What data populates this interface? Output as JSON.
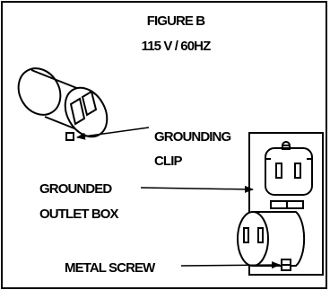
{
  "figure": {
    "title": "FIGURE B",
    "subtitle": "115 V / 60HZ"
  },
  "labels": {
    "grounding_clip_line1": "GROUNDING",
    "grounding_clip_line2": "CLIP",
    "grounded_outlet_line1": "GROUNDED",
    "grounded_outlet_line2": "OUTLET BOX",
    "metal_screw": "METAL SCREW"
  },
  "colors": {
    "ink": "#000000",
    "paper": "#ffffff"
  }
}
